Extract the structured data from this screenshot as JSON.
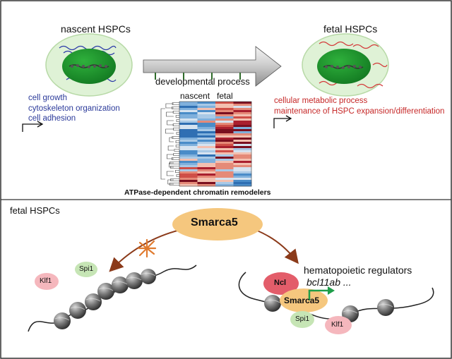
{
  "top": {
    "nascent_title": "nascent HSPCs",
    "fetal_title": "fetal HSPCs",
    "process_label": "developmental process",
    "nascent_terms": [
      "cell growth",
      "cytoskeleton organization",
      "cell adhesion"
    ],
    "fetal_terms": [
      "cellular metabolic process",
      "maintenance of HSPC expansion/differentiation"
    ],
    "heatmap": {
      "col_labels": [
        "nascent",
        "fetal"
      ],
      "caption": "ATPase-dependent chromatin remodelers"
    }
  },
  "bottom": {
    "section_title": "fetal HSPCs",
    "center_protein": "Smarca5",
    "left_factors": [
      "Klf1",
      "Spi1"
    ],
    "right_title_line1": "hematopoietic regulators",
    "right_title_line2": "bcl11ab ...",
    "right_factors": {
      "ncl": "Ncl",
      "smarca5": "Smarca5",
      "spi1": "Spi1",
      "klf1": "Klf1"
    }
  },
  "colors": {
    "cell_fill": "#dff2d6",
    "nucleus": "#1f9e2e",
    "blue_text": "#2b3a9a",
    "red_text": "#c62828",
    "smarca5": "#f5c77e",
    "ncl": "#e35d6a",
    "klf1": "#f5b7bd",
    "spi1": "#c6e5b5",
    "arrow_brown": "#8b3a1a",
    "inhibit_x": "#e07a2e",
    "tss_arrow": "#1f9e4a"
  }
}
